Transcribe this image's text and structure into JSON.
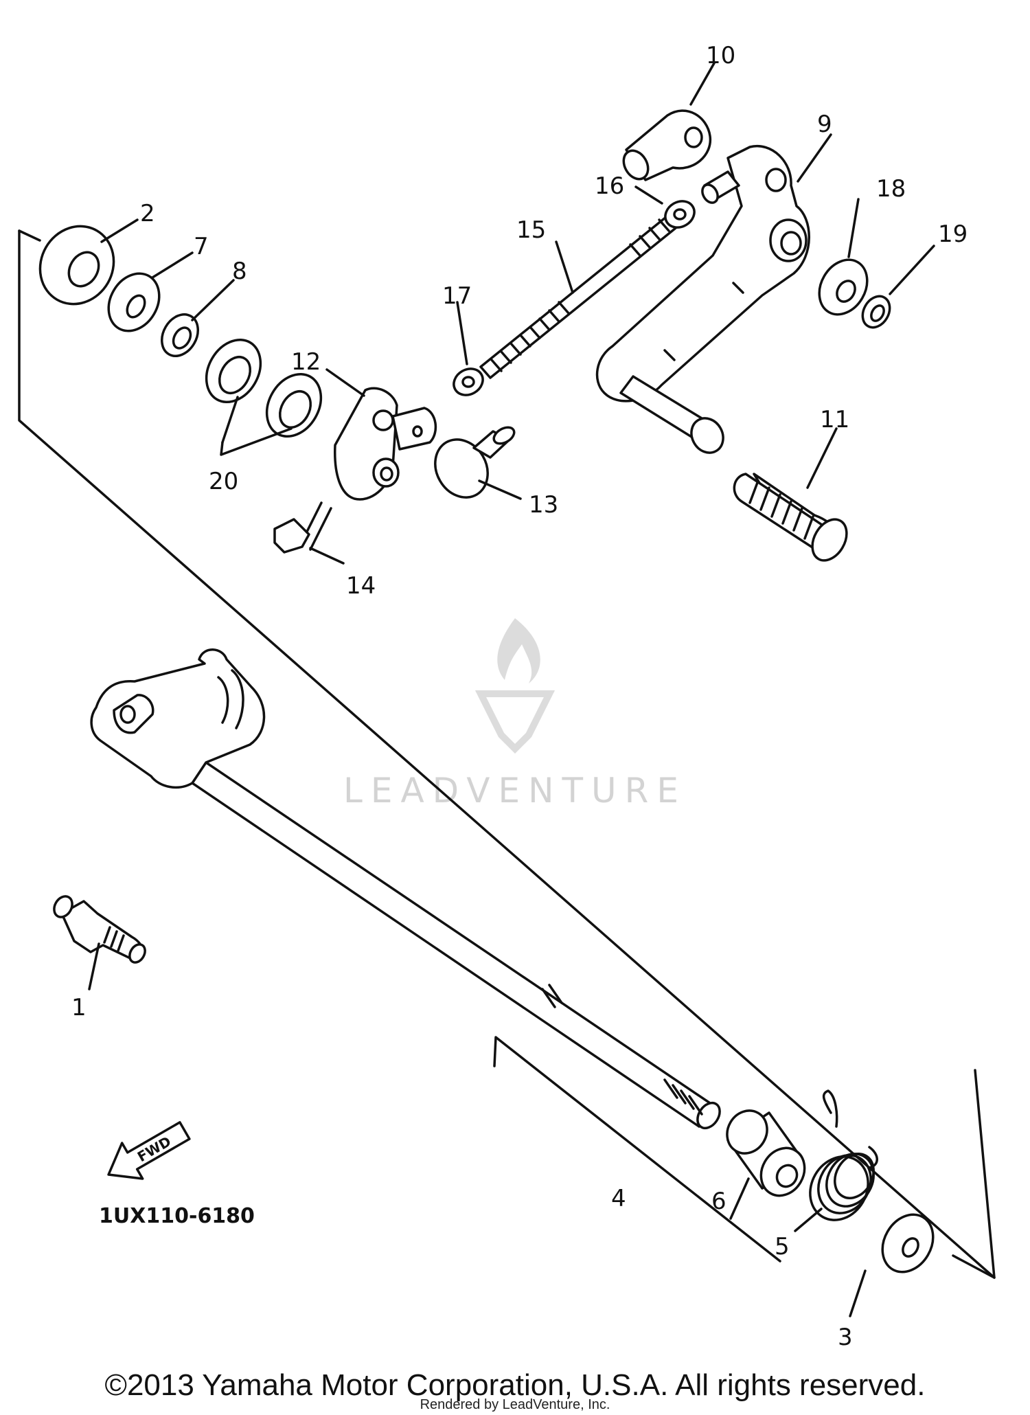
{
  "parts": [
    {
      "label": "1"
    },
    {
      "label": "2"
    },
    {
      "label": "3"
    },
    {
      "label": "4"
    },
    {
      "label": "5"
    },
    {
      "label": "6"
    },
    {
      "label": "7"
    },
    {
      "label": "8"
    },
    {
      "label": "9"
    },
    {
      "label": "10"
    },
    {
      "label": "11"
    },
    {
      "label": "12"
    },
    {
      "label": "13"
    },
    {
      "label": "14"
    },
    {
      "label": "15"
    },
    {
      "label": "16"
    },
    {
      "label": "17"
    },
    {
      "label": "18"
    },
    {
      "label": "19"
    },
    {
      "label": "20"
    }
  ],
  "fwd_label": "FWD",
  "diagram_code": "1UX110-6180",
  "watermark": "LEADVENTURE",
  "copyright": "©2013 Yamaha Motor Corporation, U.S.A. All rights reserved.",
  "rendered_by": "Rendered by LeadVenture, Inc."
}
